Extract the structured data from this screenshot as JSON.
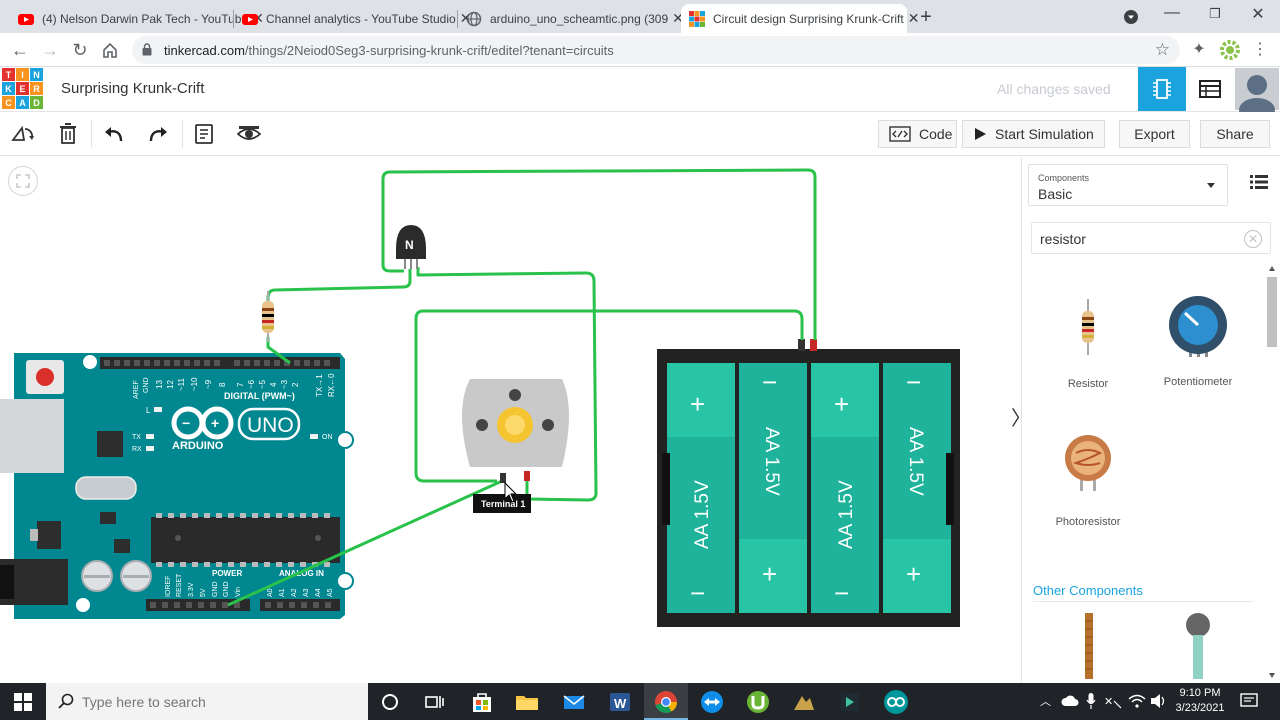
{
  "browser": {
    "tabs": [
      {
        "title": "(4) Nelson Darwin Pak Tech - YouTube",
        "active": false
      },
      {
        "title": "Channel analytics - YouTube Studio",
        "active": false
      },
      {
        "title": "arduino_uno_scheamtic.png (309",
        "active": false
      },
      {
        "title": "Circuit design Surprising Krunk-Crift",
        "active": true
      }
    ],
    "url_domain": "tinkercad.com",
    "url_path": "/things/2Neiod0Seg3-surprising-krunk-crift/editel?tenant=circuits"
  },
  "app": {
    "logo_letters": [
      "T",
      "I",
      "N",
      "K",
      "E",
      "R",
      "C",
      "A",
      "D"
    ],
    "design_title": "Surprising Krunk-Crift",
    "save_status": "All changes saved"
  },
  "toolbar": {
    "code_label": "Code",
    "start_sim_label": "Start Simulation",
    "export_label": "Export",
    "share_label": "Share"
  },
  "canvas": {
    "transistor_label": "N",
    "motor_tooltip": "Terminal 1",
    "battery_labels": [
      "AA 1.5V",
      "AA 1.5V",
      "AA 1.5V",
      "AA 1.5V"
    ],
    "arduino": {
      "brand": "ARDUINO",
      "model": "UNO",
      "on_label": "ON",
      "digital_label": "DIGITAL (PWM~)",
      "power_label": "POWER",
      "analog_label": "ANALOG IN",
      "tx": "TX",
      "rx": "RX",
      "l": "L",
      "aref": "AREF",
      "gnd": "GND",
      "digital_pins": [
        "13",
        "12",
        "~11",
        "~10",
        "~9",
        "8",
        "7",
        "~6",
        "~5",
        "4",
        "~3",
        "2",
        "TX→1",
        "RX←0"
      ],
      "power_pins": [
        "IOREF",
        "RESET",
        "3.3V",
        "5V",
        "GND",
        "GND",
        "Vin"
      ],
      "analog_pins": [
        "A0",
        "A1",
        "A2",
        "A3",
        "A4",
        "A5"
      ]
    }
  },
  "panel": {
    "components_label": "Components",
    "components_value": "Basic",
    "search_value": "resistor",
    "items": [
      {
        "name": "Resistor"
      },
      {
        "name": "Potentiometer"
      },
      {
        "name": "Photoresistor"
      }
    ],
    "other_title": "Other Components"
  },
  "taskbar": {
    "search_placeholder": "Type here to search",
    "time": "9:10 PM",
    "date": "3/23/2021"
  },
  "colors": {
    "wire": "#29c24a",
    "tinkercad_blue": "#1aa3dc",
    "arduino_teal": "#00878f",
    "battery_green": "#1eb39a",
    "battery_cell": "#27c4a6"
  }
}
